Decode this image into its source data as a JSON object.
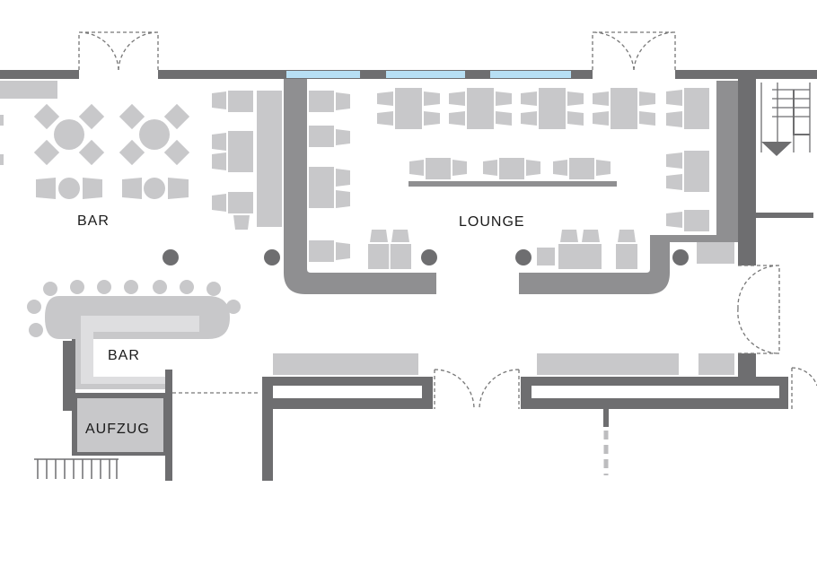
{
  "floorplan": {
    "labels": {
      "bar_upper": "BAR",
      "lounge": "LOUNGE",
      "bar_counter": "BAR",
      "elevator": "AUFZUG"
    },
    "colors": {
      "wall": "#6e6e70",
      "wall_inner": "#8f8f91",
      "furniture": "#c8c8ca",
      "window": "#b7dff4",
      "door_swing": "#777777"
    }
  }
}
